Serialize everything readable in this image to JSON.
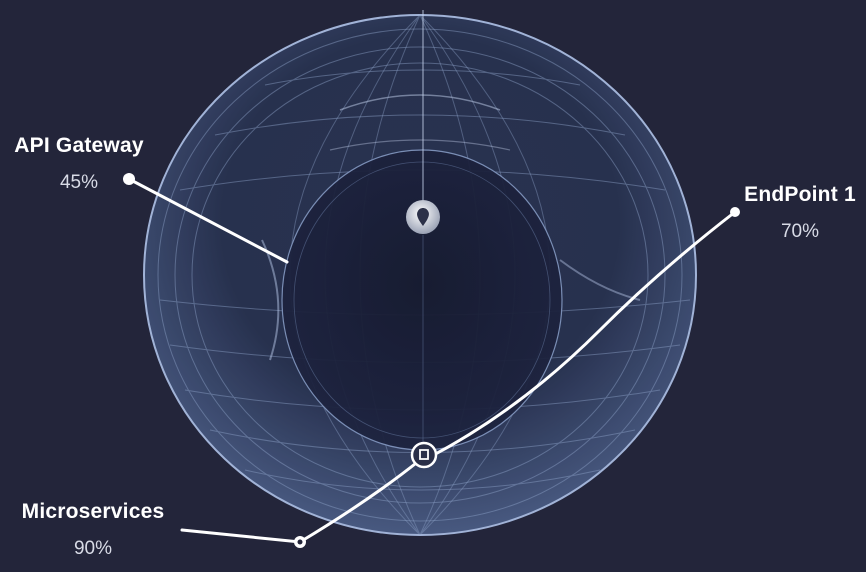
{
  "colors": {
    "background": "#23253a",
    "sphere_fill": "#1a1e33",
    "wire": "#8ea3c9",
    "connector": "#ffffff"
  },
  "callouts": [
    {
      "id": "api-gateway",
      "label": "API Gateway",
      "value": "45%"
    },
    {
      "id": "endpoint-1",
      "label": "EndPoint 1",
      "value": "70%"
    },
    {
      "id": "microservices",
      "label": "Microservices",
      "value": "90%"
    }
  ],
  "icons": [
    "location-pin-icon",
    "node-marker-icon"
  ]
}
